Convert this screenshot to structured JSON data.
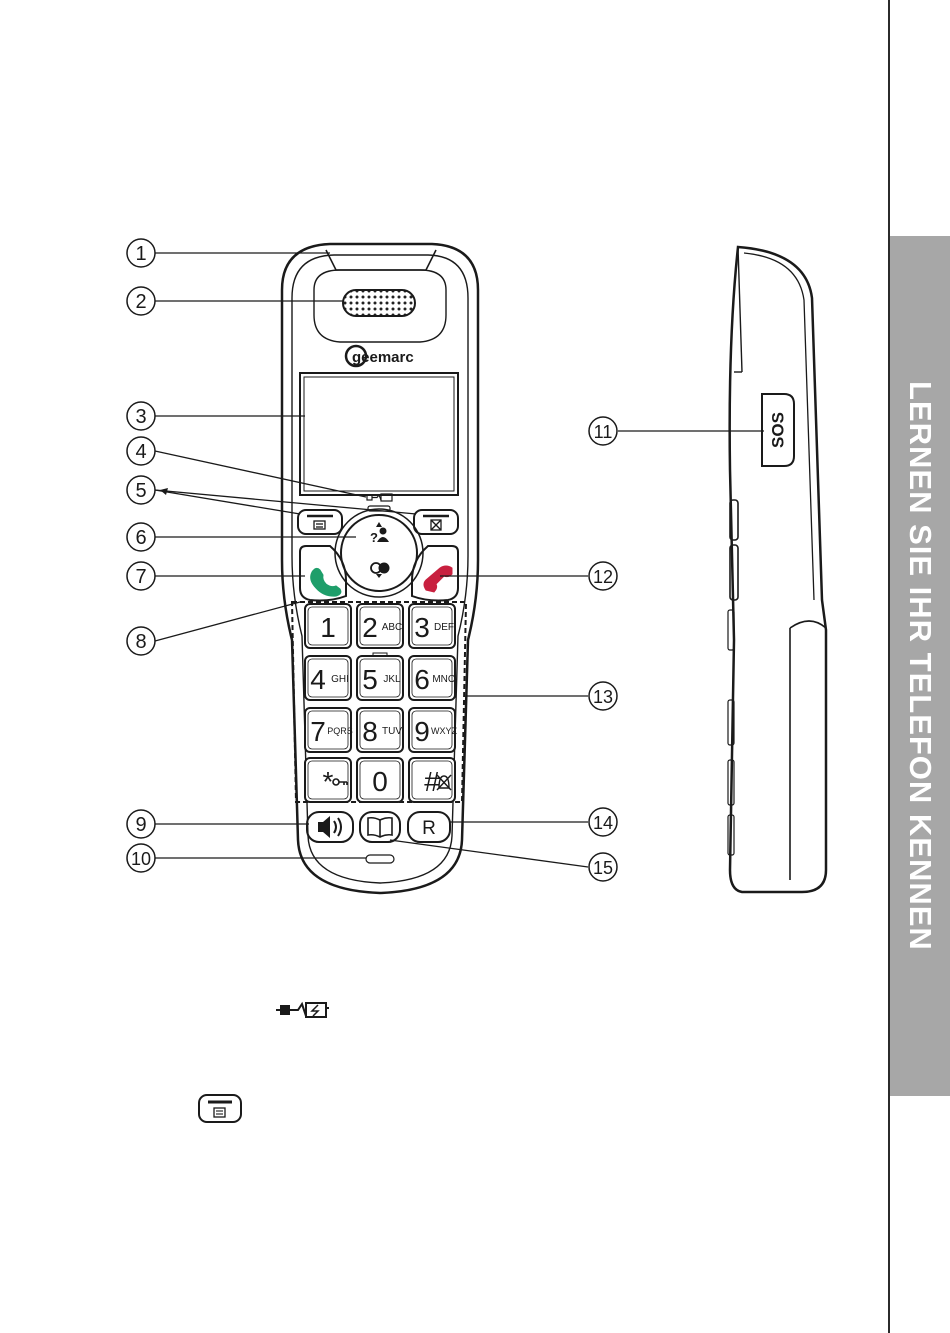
{
  "side_tab": {
    "title": "LERNEN SIE IHR TELEFON KENNEN",
    "color": "#a7a7a7"
  },
  "brand": "geemarc",
  "callouts": [
    "1",
    "2",
    "3",
    "4",
    "5",
    "6",
    "7",
    "8",
    "9",
    "10",
    "11",
    "12",
    "13",
    "14",
    "15"
  ],
  "keypad": [
    {
      "digit": "1",
      "letters": ""
    },
    {
      "digit": "2",
      "letters": "ABC"
    },
    {
      "digit": "3",
      "letters": "DEF"
    },
    {
      "digit": "4",
      "letters": "GHI"
    },
    {
      "digit": "5",
      "letters": "JKL"
    },
    {
      "digit": "6",
      "letters": "MNO"
    },
    {
      "digit": "7",
      "letters": "PQRS"
    },
    {
      "digit": "8",
      "letters": "TUV"
    },
    {
      "digit": "9",
      "letters": "WXYZ"
    },
    {
      "digit": "*",
      "letters": ""
    },
    {
      "digit": "0",
      "letters": ""
    },
    {
      "digit": "#",
      "letters": ""
    }
  ],
  "r_key": "R",
  "sos_label": "SOS",
  "icons": {
    "charge": "plug-battery-icon",
    "menu_key": "menu-softkey-icon",
    "call": "green-handset-icon",
    "end": "red-handset-icon",
    "speaker": "speaker-icon",
    "phonebook": "book-icon"
  },
  "colors": {
    "call_green": "#1e9e6a",
    "end_red": "#c8203f",
    "line": "#1a1a1a"
  }
}
